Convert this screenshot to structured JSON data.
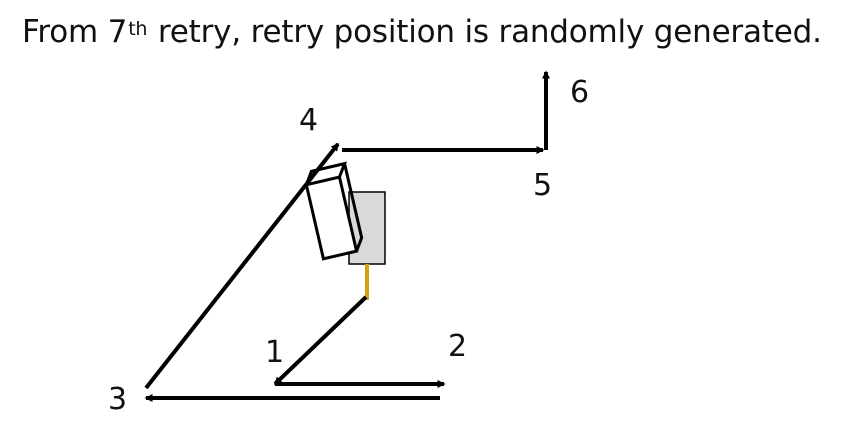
{
  "title": {
    "prefix": "From 7",
    "superscript": "th",
    "suffix": " retry, retry position is randomly generated."
  },
  "positions": [
    {
      "id": "1",
      "label": "1"
    },
    {
      "id": "2",
      "label": "2"
    },
    {
      "id": "3",
      "label": "3"
    },
    {
      "id": "4",
      "label": "4"
    },
    {
      "id": "5",
      "label": "5"
    },
    {
      "id": "6",
      "label": "6"
    }
  ],
  "colors": {
    "arrow": "#000000",
    "gripper_body": "#d9d9d9",
    "gripper_tip": "#d4a017",
    "text": "#111111"
  }
}
